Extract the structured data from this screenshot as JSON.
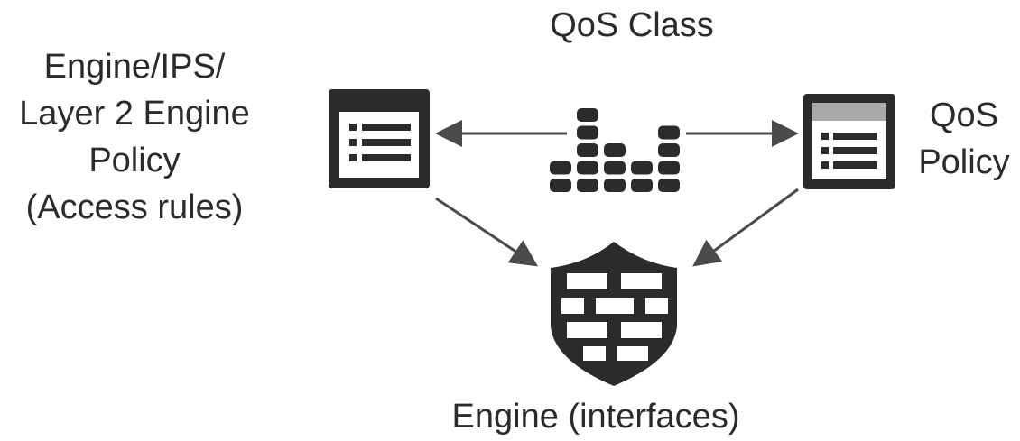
{
  "labels": {
    "policy_lines": [
      "Engine/IPS/",
      "Layer 2 Engine",
      "Policy",
      "(Access rules)"
    ],
    "qos_class": "QoS Class",
    "qos_policy_lines": [
      "QoS",
      "Policy"
    ],
    "engine": "Engine (interfaces)"
  },
  "icons": {
    "policy": "policy-document-icon",
    "qos_class": "qos-class-bars-icon",
    "qos_policy": "qos-policy-document-icon",
    "engine": "firewall-shield-icon"
  },
  "colors": {
    "ink": "#2b2b2b",
    "qos_policy_header": "#a9a9a9",
    "arrow": "#4a4a4a"
  }
}
